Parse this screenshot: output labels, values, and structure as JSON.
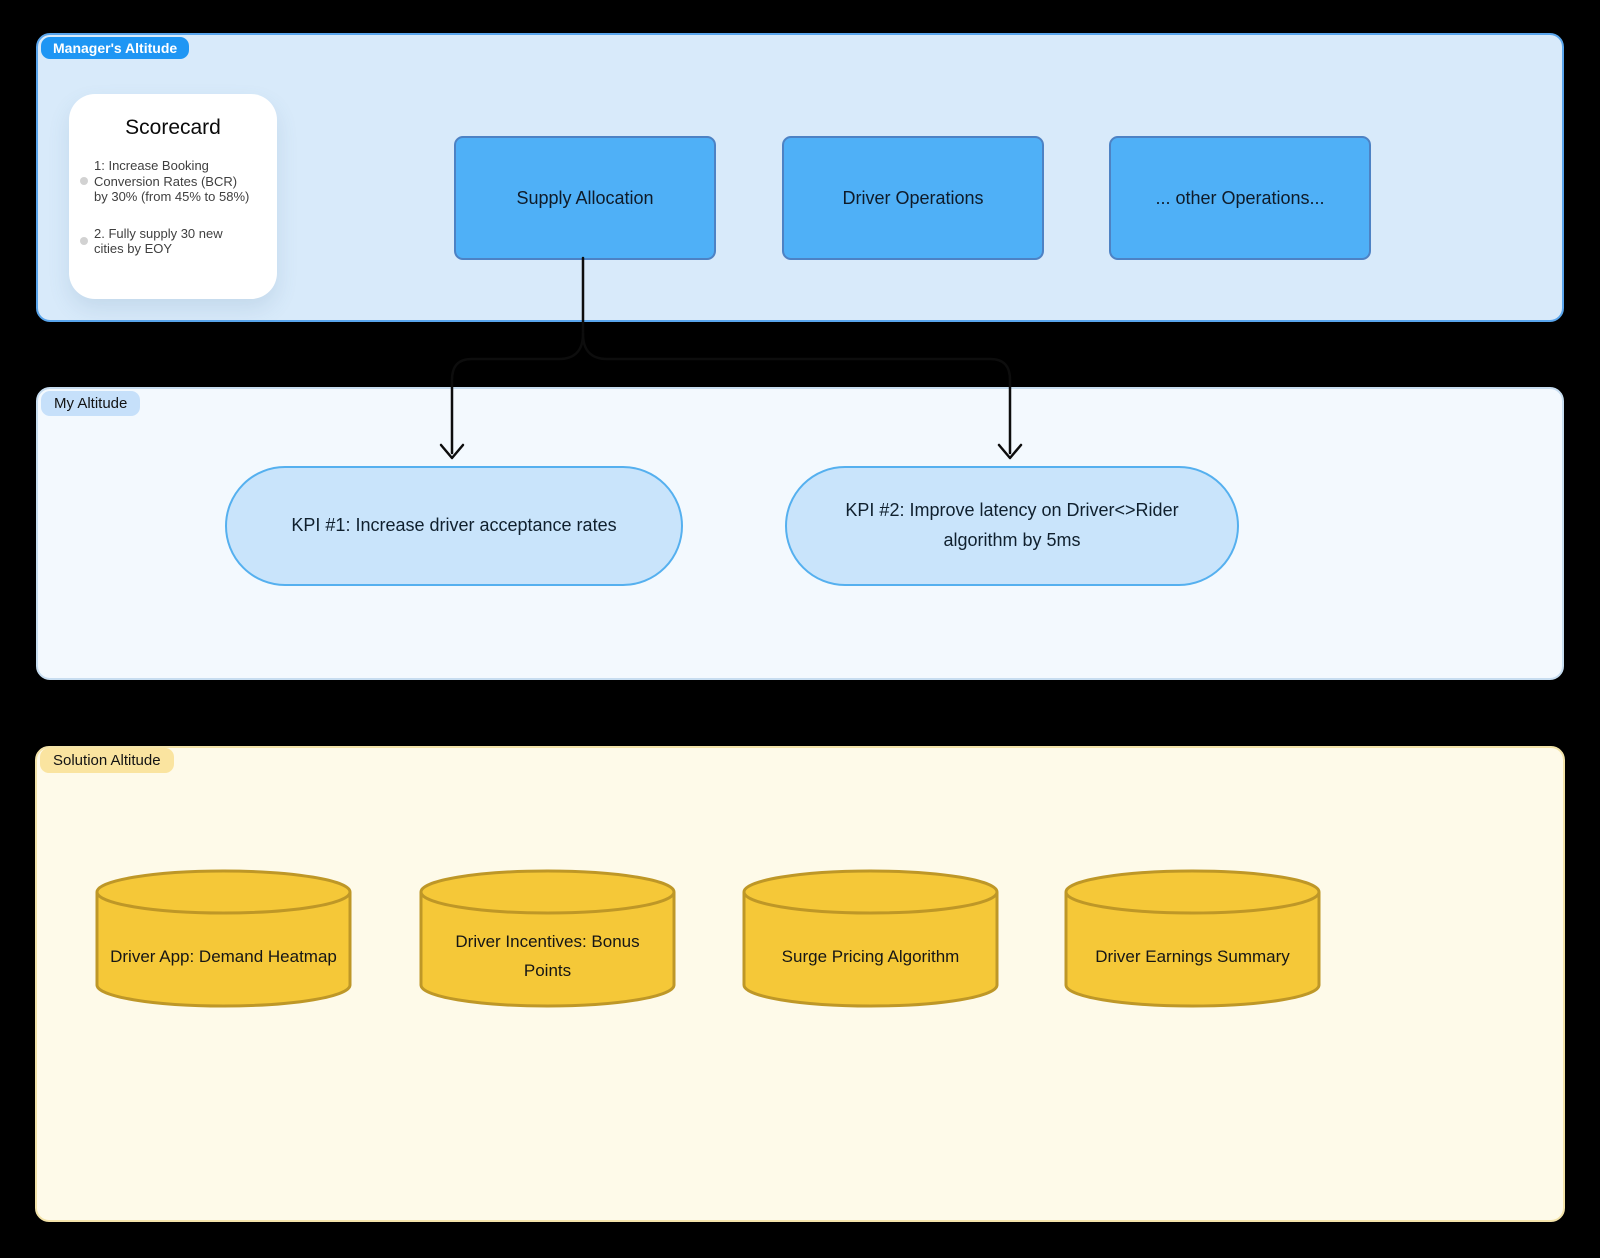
{
  "panels": {
    "manager": {
      "label": "Manager's Altitude"
    },
    "my": {
      "label": "My Altitude"
    },
    "solution": {
      "label": "Solution Altitude"
    }
  },
  "scorecard": {
    "title": "Scorecard",
    "items": [
      "1: Increase Booking Conversion Rates (BCR) by 30% (from 45% to 58%)",
      "2. Fully supply 30 new cities by EOY"
    ]
  },
  "manager_nodes": [
    {
      "label": "Supply Allocation"
    },
    {
      "label": "Driver Operations"
    },
    {
      "label": "... other Operations..."
    }
  ],
  "kpi_nodes": [
    {
      "label": "KPI #1: Increase driver acceptance rates"
    },
    {
      "label": "KPI #2: Improve latency on Driver<>Rider algorithm by 5ms"
    }
  ],
  "solution_nodes": [
    {
      "label": "Driver App: Demand Heatmap"
    },
    {
      "label": "Driver Incentives: Bonus Points"
    },
    {
      "label": "Surge Pricing Algorithm"
    },
    {
      "label": "Driver Earnings Summary"
    }
  ],
  "colors": {
    "canvas_bg": "#000000",
    "manager_panel_bg": "#D8EAFA",
    "manager_pill_bg": "#1E96F4",
    "node_blue_bg": "#4FB0F7",
    "node_blue_border": "#4D82C4",
    "my_panel_bg": "#F3F9FE",
    "my_pill_bg": "#C6E0FA",
    "kpi_bg": "#C9E4FB",
    "kpi_border": "#55B0EF",
    "solution_panel_bg": "#FEFAE9",
    "solution_pill_bg": "#FAE4A0",
    "cylinder_bg": "#F5C838",
    "cylinder_border": "#BE9727",
    "connector": "#0D0D0D"
  }
}
